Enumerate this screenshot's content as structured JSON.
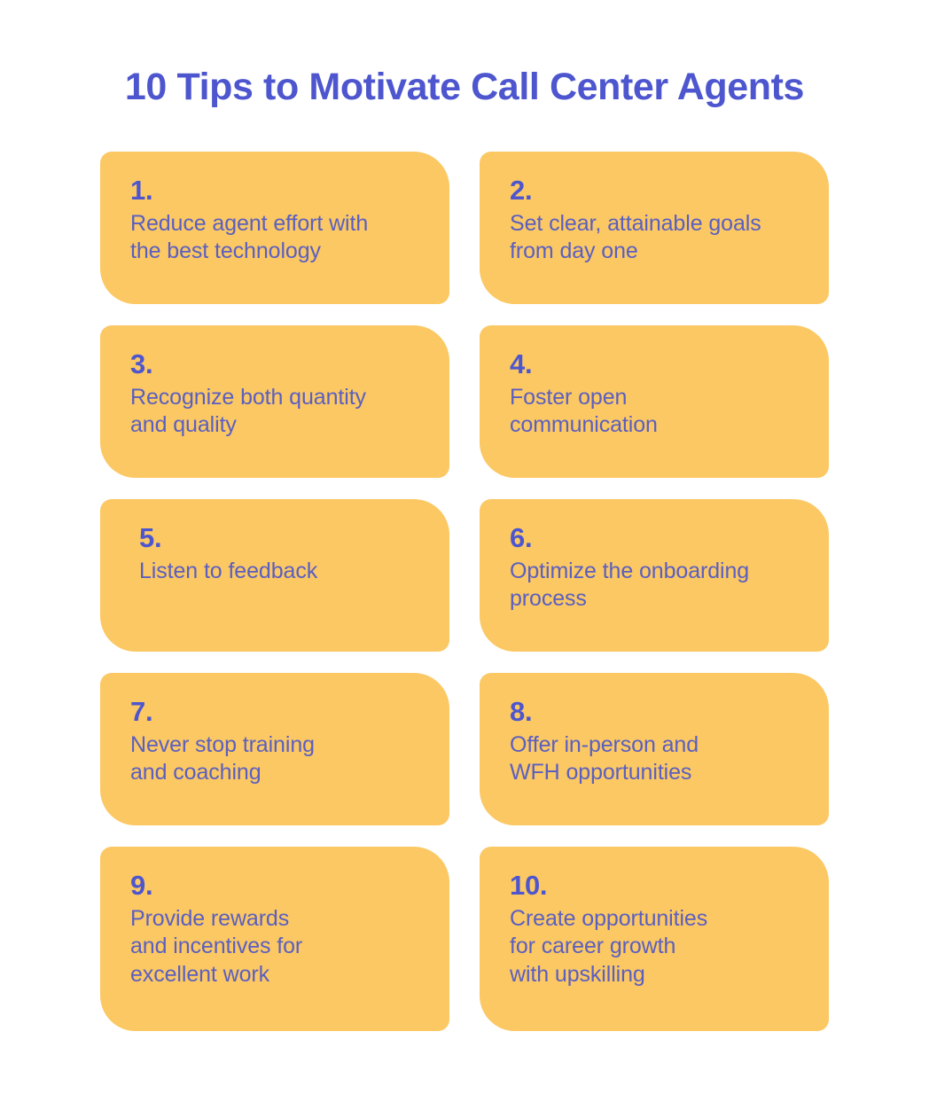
{
  "title": "10 Tips to Motivate Call Center Agents",
  "colors": {
    "background": "#ffffff",
    "card_background": "#fbc863",
    "title_text": "#4d56ce",
    "number_text": "#4d56ce",
    "body_text": "#5b5fc0"
  },
  "cards": [
    {
      "number": "1.",
      "text": "Reduce agent effort with\nthe best technology"
    },
    {
      "number": "2.",
      "text": "Set clear, attainable goals\nfrom day one"
    },
    {
      "number": "3.",
      "text": "Recognize both quantity\nand quality"
    },
    {
      "number": "4.",
      "text": "Foster open\ncommunication"
    },
    {
      "number": "5.",
      "text": "Listen to feedback"
    },
    {
      "number": "6.",
      "text": "Optimize the onboarding\nprocess"
    },
    {
      "number": "7.",
      "text": "Never stop training\nand coaching"
    },
    {
      "number": "8.",
      "text": "Offer in-person and\nWFH opportunities"
    },
    {
      "number": "9.",
      "text": "Provide rewards\nand incentives for\nexcellent work"
    },
    {
      "number": "10.",
      "text": "Create opportunities\nfor career growth\nwith upskilling"
    }
  ]
}
